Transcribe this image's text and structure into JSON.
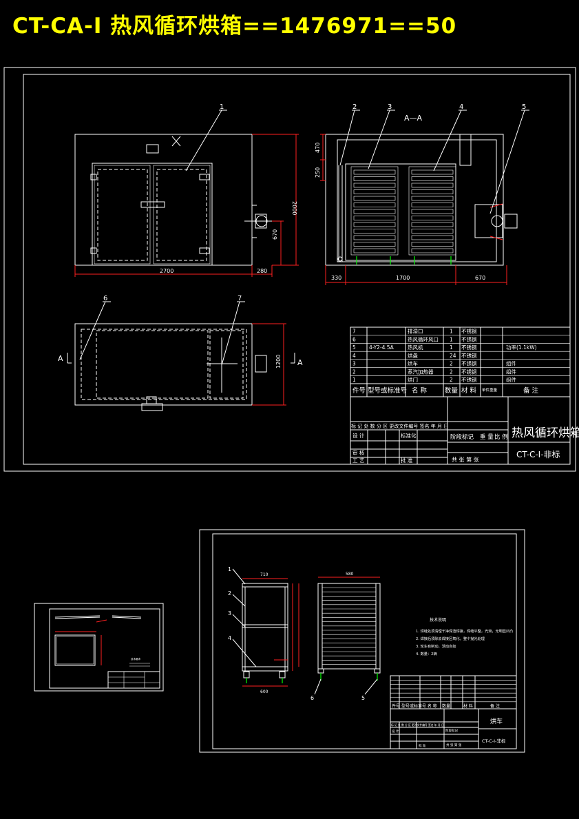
{
  "title": "CT-CA-Ⅰ 热风循环烘箱==1476971==50",
  "sheet1": {
    "section_label": "A—A",
    "callouts": [
      "1",
      "2",
      "3",
      "4",
      "5",
      "6",
      "7"
    ],
    "section_mark": "A",
    "dims_front": {
      "width": "2700",
      "right": "280",
      "height": "2000",
      "lower": "670"
    },
    "dims_side": {
      "left": "330",
      "middle": "1700",
      "right": "670",
      "top": "470",
      "upper": "250"
    },
    "dim_plan": "1200",
    "bom_rows": [
      {
        "no": "7",
        "spec": "",
        "name": "排湿口",
        "qty": "1",
        "mat": "不锈钢",
        "wt": "",
        "note": ""
      },
      {
        "no": "6",
        "spec": "",
        "name": "热风循环风口",
        "qty": "1",
        "mat": "不锈钢",
        "wt": "",
        "note": ""
      },
      {
        "no": "5",
        "spec": "4-Y2-4.5A",
        "name": "热风机",
        "qty": "1",
        "mat": "不锈钢",
        "wt": "",
        "note": "功率(1.1kW)"
      },
      {
        "no": "4",
        "spec": "",
        "name": "烘盘",
        "qty": "24",
        "mat": "不锈钢",
        "wt": "",
        "note": ""
      },
      {
        "no": "3",
        "spec": "",
        "name": "烘车",
        "qty": "2",
        "mat": "不锈钢",
        "wt": "",
        "note": "组件"
      },
      {
        "no": "2",
        "spec": "",
        "name": "蒸汽加热器",
        "qty": "2",
        "mat": "不锈钢",
        "wt": "",
        "note": "组件"
      },
      {
        "no": "1",
        "spec": "",
        "name": "烘门",
        "qty": "2",
        "mat": "不锈钢",
        "wt": "",
        "note": "组件"
      }
    ],
    "bom_header": {
      "no": "件号",
      "spec": "型号或标准号",
      "name": "名 称",
      "qty": "数量",
      "mat": "材 料",
      "wt": "单件重量",
      "note": "备 注"
    },
    "tb_labels": {
      "revision": "标 记 处 数 分 区 更改文件编号 签名 年 月 日",
      "design": "设 计",
      "std": "标准化",
      "stage": "阶段标记",
      "weight": "重 量",
      "scale": "比 例",
      "review": "审 核",
      "process": "工 艺",
      "approve": "批 准",
      "sheets": "共  张   第  张"
    },
    "drawing_name": "热风循环烘箱",
    "drawing_no": "CT-C-Ⅰ-非标"
  },
  "sheet2": {
    "callouts": [
      "1",
      "2",
      "3",
      "4",
      "5",
      "6"
    ],
    "dims": {
      "top_left": "710",
      "top_right": "580",
      "bottom": "600"
    },
    "notes_title": "技术说明",
    "notes": [
      "1. 焊缝处须清理干净焊渣焊接，焊缝平整，光滑，无明显凹凸",
      "2. 焊接后须除去焊接区氧化，整个抛光处理",
      "3. 轮车有制动，活动自如",
      "4. 数量：2辆"
    ],
    "drawing_name": "烘车",
    "drawing_no": "CT-C-Ⅰ-非标"
  },
  "sheet3": {
    "notes_title": "技术要求"
  },
  "colors": {
    "background": "#000000",
    "title": "#ffff00",
    "lines": "#ffffff",
    "dims": "#ff2020",
    "wheels": "#00ff00"
  }
}
